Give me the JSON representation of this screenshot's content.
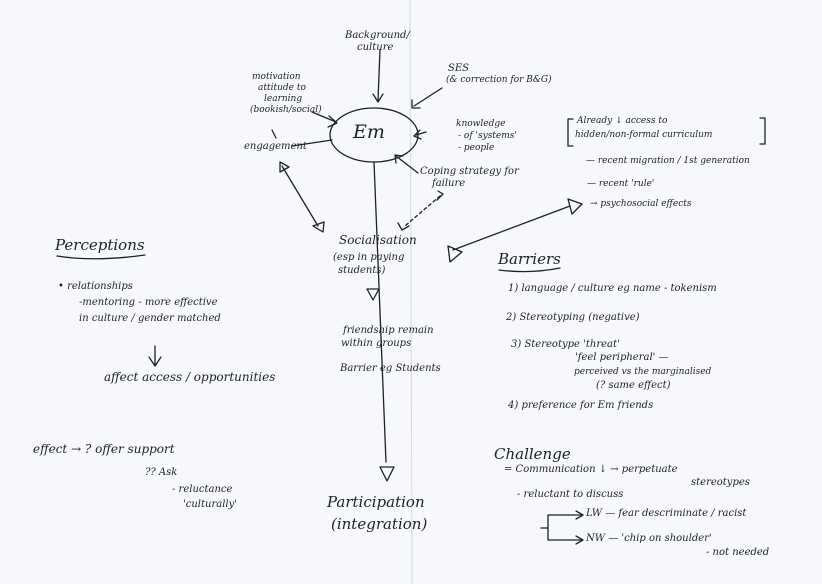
{
  "colors": {
    "ink": "#1d1f2b",
    "paper": "#f7f8fb",
    "fold": "#d9dde7"
  },
  "center": {
    "label": "Em"
  },
  "top": {
    "background": [
      "Background/",
      "culture"
    ],
    "ses": [
      "SES",
      "(& correction for B&G)"
    ],
    "motivation": [
      "motivation",
      "attitude to",
      "learning",
      "(bookish/social)"
    ],
    "engagement": "engagement",
    "knowledge": [
      "knowledge",
      "- of 'systems'",
      "- people"
    ],
    "coping": [
      "Coping strategy for",
      "failure"
    ]
  },
  "right_box": {
    "bracket_lines": [
      "Already ↓ access to",
      "hidden/non-formal curriculum"
    ],
    "items": [
      "— recent migration / 1st generation",
      "— recent 'rule'",
      "→ psychosocial effects"
    ]
  },
  "socialisation": [
    "Socialisation",
    "(esp in paying",
    "students)"
  ],
  "friendship": [
    "friendship remain",
    "within groups"
  ],
  "barrier_students": "Barrier eg Students",
  "participation": [
    "Participation",
    "(integration)"
  ],
  "perceptions": {
    "title": "Perceptions",
    "items": [
      "• relationships",
      "-mentoring - more effective",
      "in culture / gender matched"
    ],
    "result": "affect access / opportunities"
  },
  "barriers": {
    "title": "Barriers",
    "items": [
      "1) language / culture   eg name - tokenism",
      "2) Stereotyping  (negative)",
      "3) Stereotype 'threat'",
      "'feel peripheral' —",
      "perceived vs the marginalised",
      "(? same effect)",
      "4) preference for Em friends"
    ]
  },
  "effect": {
    "lead": "effect →  ? offer support",
    "lines": [
      "?? Ask",
      "- reluctance",
      "'culturally'"
    ]
  },
  "challenge": {
    "title": "Challenge",
    "lines": [
      "= Communication  ↓  → perpetuate",
      "stereotypes",
      "- reluctant to discuss",
      "LW  — fear descriminate / racist",
      "NW  — 'chip on shoulder'",
      "- not needed"
    ]
  }
}
